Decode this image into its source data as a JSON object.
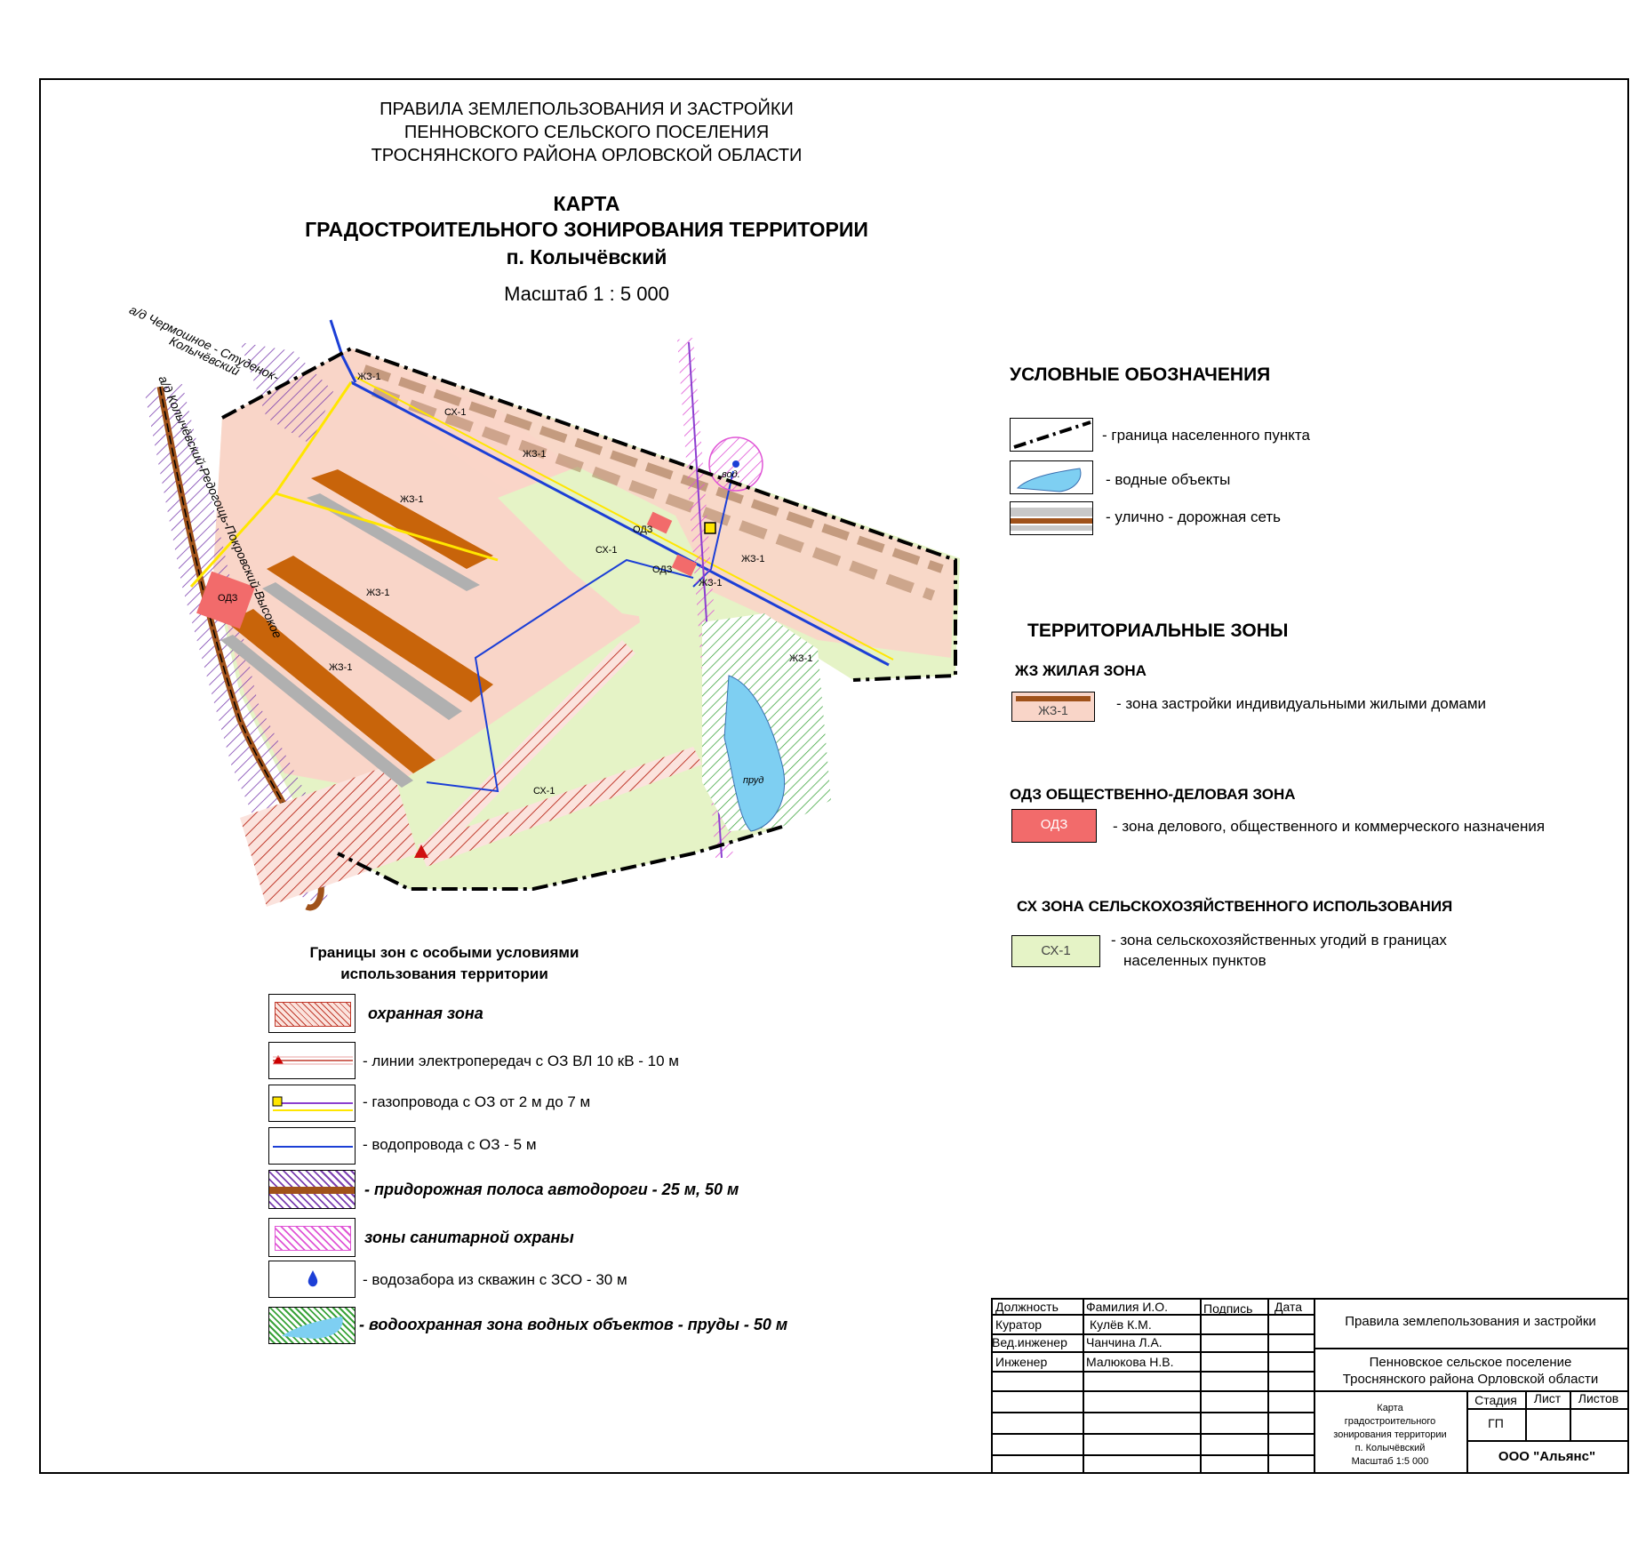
{
  "header": {
    "line1": "ПРАВИЛА ЗЕМЛЕПОЛЬЗОВАНИЯ И ЗАСТРОЙКИ",
    "line2": "ПЕННОВСКОГО СЕЛЬСКОГО ПОСЕЛЕНИЯ",
    "line3": "ТРОСНЯНСКОГО РАЙОНА ОРЛОВСКОЙ ОБЛАСТИ",
    "map_title1": "КАРТА",
    "map_title2": "ГРАДОСТРОИТЕЛЬНОГО ЗОНИРОВАНИЯ ТЕРРИТОРИИ",
    "map_title3": "п. Колычёвский",
    "scale": "Масштаб 1 : 5 000"
  },
  "map": {
    "road1": "а/д Чермошное - Студенок-",
    "road1b": "Колычёвский",
    "road2": "а/д Колычёвский-Редогощь-Покровский-Высокое",
    "labels": {
      "zh1": "ЖЗ-1",
      "sx1": "СХ-1",
      "odz": "ОДЗ",
      "pond": "пруд",
      "water_intake": "вод."
    }
  },
  "legend": {
    "title": "УСЛОВНЫЕ ОБОЗНАЧЕНИЯ",
    "items": [
      {
        "text": "- граница населенного пункта"
      },
      {
        "text": "- водные объекты"
      },
      {
        "text": "- улично - дорожная сеть"
      }
    ],
    "zones_title": "ТЕРРИТОРИАЛЬНЫЕ ЗОНЫ",
    "zh_title": "ЖЗ ЖИЛАЯ ЗОНА",
    "zh_code": "ЖЗ-1",
    "zh_text": "- зона застройки индивидуальными жилыми домами",
    "odz_title": "ОДЗ ОБЩЕСТВЕННО-ДЕЛОВАЯ ЗОНА",
    "odz_code": "ОДЗ",
    "odz_text": "- зона делового, общественного и коммерческого назначения",
    "sx_title": "СХ  ЗОНА СЕЛЬСКОХОЗЯЙСТВЕННОГО ИСПОЛЬЗОВАНИЯ",
    "sx_code": "СХ-1",
    "sx_text1": "- зона сельскохозяйственных угодий в границах",
    "sx_text2": "населенных пунктов",
    "colors": {
      "residential": "#f9d5c8",
      "business": "#f26b6b",
      "agricultural": "#e5f3c6",
      "water": "#7ecff2",
      "road_brown": "#a0521a",
      "houses": "#c8640a"
    }
  },
  "special": {
    "title1": "Границы зон с особыми условиями",
    "title2": "использования территории",
    "items": [
      {
        "text": "охранная зона"
      },
      {
        "text": "- линии электропередач с ОЗ  ВЛ 10 кВ - 10 м"
      },
      {
        "text": "- газопровода с ОЗ  от 2 м до 7 м"
      },
      {
        "text": "- водопровода с ОЗ  - 5 м"
      },
      {
        "text": "- придорожная полоса автодороги  - 25 м, 50 м"
      },
      {
        "text": "зоны санитарной охраны"
      },
      {
        "text": "- водозабора из скважин с ЗСО - 30 м"
      },
      {
        "text": "- водоохранная зона водных объектов - пруды - 50 м"
      }
    ]
  },
  "stamp": {
    "col_position": "Должность",
    "col_name": "Фамилия И.О.",
    "col_sign": "Подпись",
    "col_date": "Дата",
    "rows": [
      {
        "position": "Куратор",
        "name": "Кулёв К.М."
      },
      {
        "position": "Вед.инженер",
        "name": "Чанчина Л.А."
      },
      {
        "position": "Инженер",
        "name": "Малюкова Н.В."
      }
    ],
    "project": "Правила землепользования и застройки",
    "place1": "Пенновское сельское поселение",
    "place2": "Троснянского района  Орловской области",
    "sheet1": "Карта",
    "sheet2": "градостроительного",
    "sheet3": "зонирования территории",
    "sheet4": "п. Колычёвский",
    "sheet5": "Масштаб 1:5 000",
    "stage_h": "Стадия",
    "list_h": "Лист",
    "lists_h": "Листов",
    "stage": "ГП",
    "company": "ООО \"Альянс\""
  }
}
